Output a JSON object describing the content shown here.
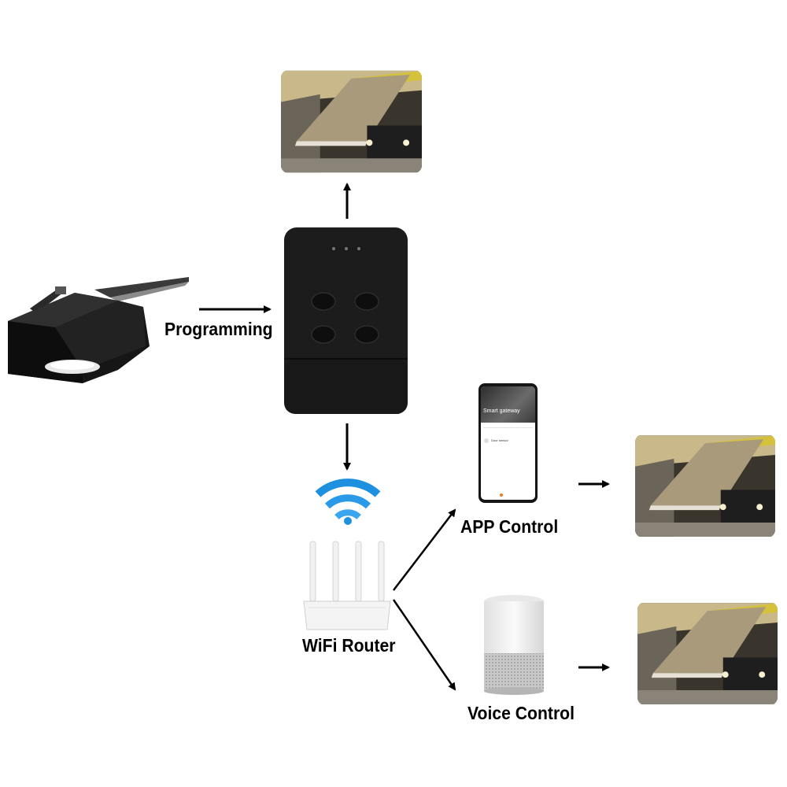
{
  "labels": {
    "programming": "Programming",
    "wifi_router": "WiFi Router",
    "app_control": "APP Control",
    "voice_control": "Voice Control"
  },
  "phone": {
    "title": "Smart gateway",
    "device": "Door sensor"
  },
  "colors": {
    "wifi": "#1e90e0",
    "hub": "#1c1c1c",
    "arrow": "#000000"
  },
  "icons": [
    "garage-door-opener-icon",
    "smart-hub-icon",
    "wifi-icon",
    "router-icon",
    "smartphone-icon",
    "smart-speaker-icon",
    "garage-door-photo"
  ]
}
